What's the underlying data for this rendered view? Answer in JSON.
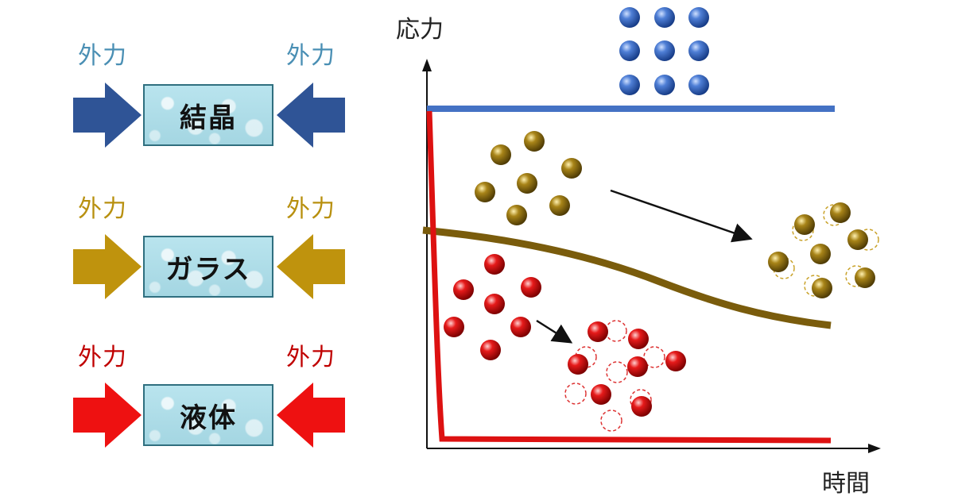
{
  "colors": {
    "crystal": "#2f5496",
    "glass": "#b8900f",
    "liquid": "#ee1111",
    "crystal_label": "#4a8fb4",
    "glass_label": "#b8900f",
    "liquid_label": "#c00000",
    "crystal_curve": "#4472c4",
    "glass_curve": "#7a5c0c",
    "liquid_curve": "#dd1111"
  },
  "rows": [
    {
      "left_label": "外力",
      "right_label": "外力",
      "box_label": "結晶"
    },
    {
      "left_label": "外力",
      "right_label": "外力",
      "box_label": "ガラス"
    },
    {
      "left_label": "外力",
      "right_label": "外力",
      "box_label": "液体"
    }
  ],
  "chart": {
    "y_label": "応力",
    "x_label": "時間"
  },
  "icons": [
    "arrow-right-icon",
    "arrow-left-icon",
    "sphere-icon",
    "dashed-circle-icon"
  ]
}
